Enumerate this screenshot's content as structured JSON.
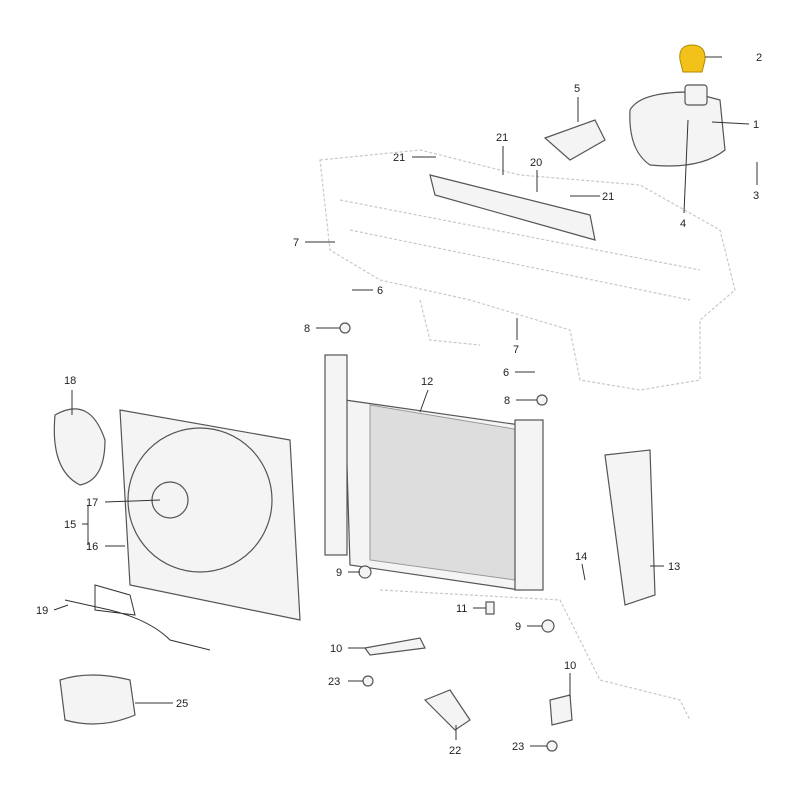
{
  "title": "Radiator and cooling fan assembly exploded parts diagram",
  "callouts": {
    "c1": "1",
    "c2": "2",
    "c3": "3",
    "c4": "4",
    "c5": "5",
    "c6a": "6",
    "c6b": "6",
    "c7a": "7",
    "c7b": "7",
    "c8a": "8",
    "c8b": "8",
    "c9a": "9",
    "c9b": "9",
    "c10a": "10",
    "c10b": "10",
    "c11": "11",
    "c12": "12",
    "c13": "13",
    "c14": "14",
    "c15": "15",
    "c16": "16",
    "c17": "17",
    "c18": "18",
    "c19": "19",
    "c20": "20",
    "c21a": "21",
    "c21b": "21",
    "c21c": "21",
    "c22": "22",
    "c23a": "23",
    "c23b": "23",
    "c25": "25"
  },
  "colors": {
    "highlight_part": "#f2c21b",
    "line": "#333333",
    "frame": "#c8c8c8"
  }
}
